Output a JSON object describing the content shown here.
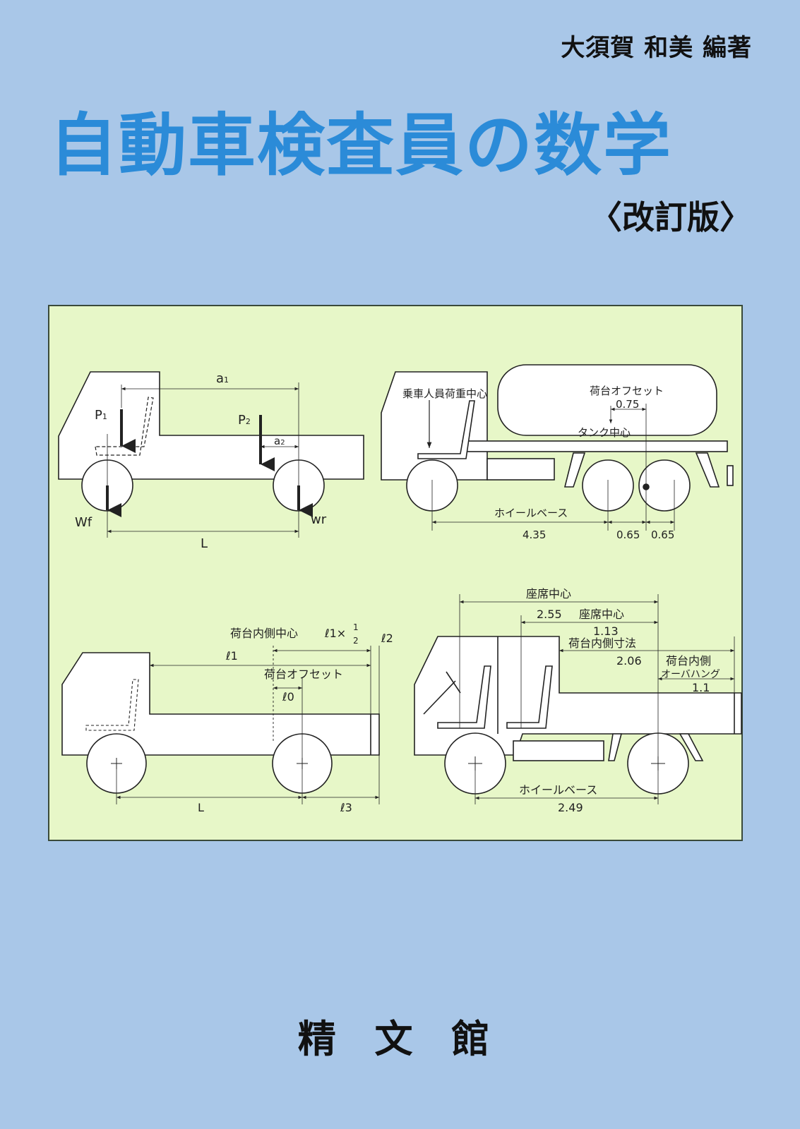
{
  "cover": {
    "author": "大須賀 和美 編著",
    "title": "自動車検査員の数学",
    "edition": "〈改訂版〉",
    "publisher": "精 文 館"
  },
  "colors": {
    "background": "#a9c7e8",
    "title": "#2b8bd8",
    "panel": "#e7f7c8"
  },
  "diagrams": {
    "axle_load": {
      "a1": "a",
      "a1_sub": "1",
      "a2": "a",
      "a2_sub": "2",
      "p1": "P",
      "p1_sub": "1",
      "p2": "P",
      "p2_sub": "2",
      "wf": "Wf",
      "wr": "wr",
      "l": "L"
    },
    "tanker": {
      "occupant_center": "乗車人員荷重中心",
      "bed_offset": "荷台オフセット",
      "offset_value": "0.75",
      "tank_center": "タンク中心",
      "wheelbase": "ホイールベース",
      "wheelbase_value": "4.35",
      "rear1": "0.65",
      "rear2": "0.65"
    },
    "bed_offset": {
      "bed_inner_center": "荷台内側中心",
      "l1_half": "ℓ1×",
      "half_num": "1",
      "half_den": "2",
      "l2": "ℓ2",
      "l1": "ℓ1",
      "bed_offset": "荷台オフセット",
      "l0": "ℓ0",
      "l": "L",
      "l3": "ℓ3"
    },
    "seats": {
      "seat_center_1": "座席中心",
      "value_1": "2.55",
      "seat_center_2": "座席中心",
      "value_2": "1.13",
      "bed_inner_size": "荷台内側寸法",
      "bed_value": "2.06",
      "overhang_1": "荷台内側",
      "overhang_2": "オーバハング",
      "overhang_value": "1.1",
      "wheelbase": "ホイールベース",
      "wheelbase_value": "2.49"
    }
  }
}
